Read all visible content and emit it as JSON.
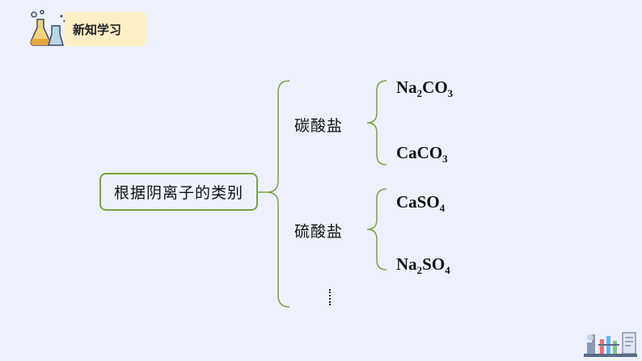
{
  "header": {
    "title": "新知学习"
  },
  "root": {
    "label": "根据阴离子的类别"
  },
  "groups": [
    {
      "label": "碳酸盐",
      "items": [
        {
          "parts": [
            "Na",
            "2",
            "CO",
            "3"
          ]
        },
        {
          "parts": [
            "CaCO",
            "3"
          ]
        }
      ]
    },
    {
      "label": "硫酸盐",
      "items": [
        {
          "parts": [
            "CaSO",
            "4"
          ]
        },
        {
          "parts": [
            "Na",
            "2",
            "SO",
            "4"
          ]
        }
      ]
    }
  ],
  "colors": {
    "accent": "#7aa244",
    "tag_bg": "#fbefc3",
    "background": "#eef1fb"
  }
}
